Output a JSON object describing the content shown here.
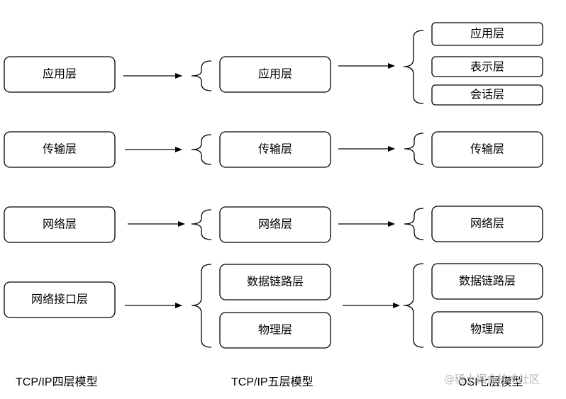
{
  "columns": [
    {
      "title": "TCP/IP四层模型",
      "layers": [
        "应用层",
        "传输层",
        "网络层",
        "网络接口层"
      ]
    },
    {
      "title": "TCP/IP五层模型",
      "layers": [
        "应用层",
        "传输层",
        "网络层",
        "数据链路层",
        "物理层"
      ]
    },
    {
      "title": "OSI七层模型",
      "layers": [
        "应用层",
        "表示层",
        "会话层",
        "传输层",
        "网络层",
        "数据链路层",
        "物理层"
      ]
    }
  ],
  "watermark": "@稀土掘金技术社区",
  "colors": {
    "stroke": "#000000",
    "background": "#ffffff",
    "watermark": "#b8b8b8"
  }
}
